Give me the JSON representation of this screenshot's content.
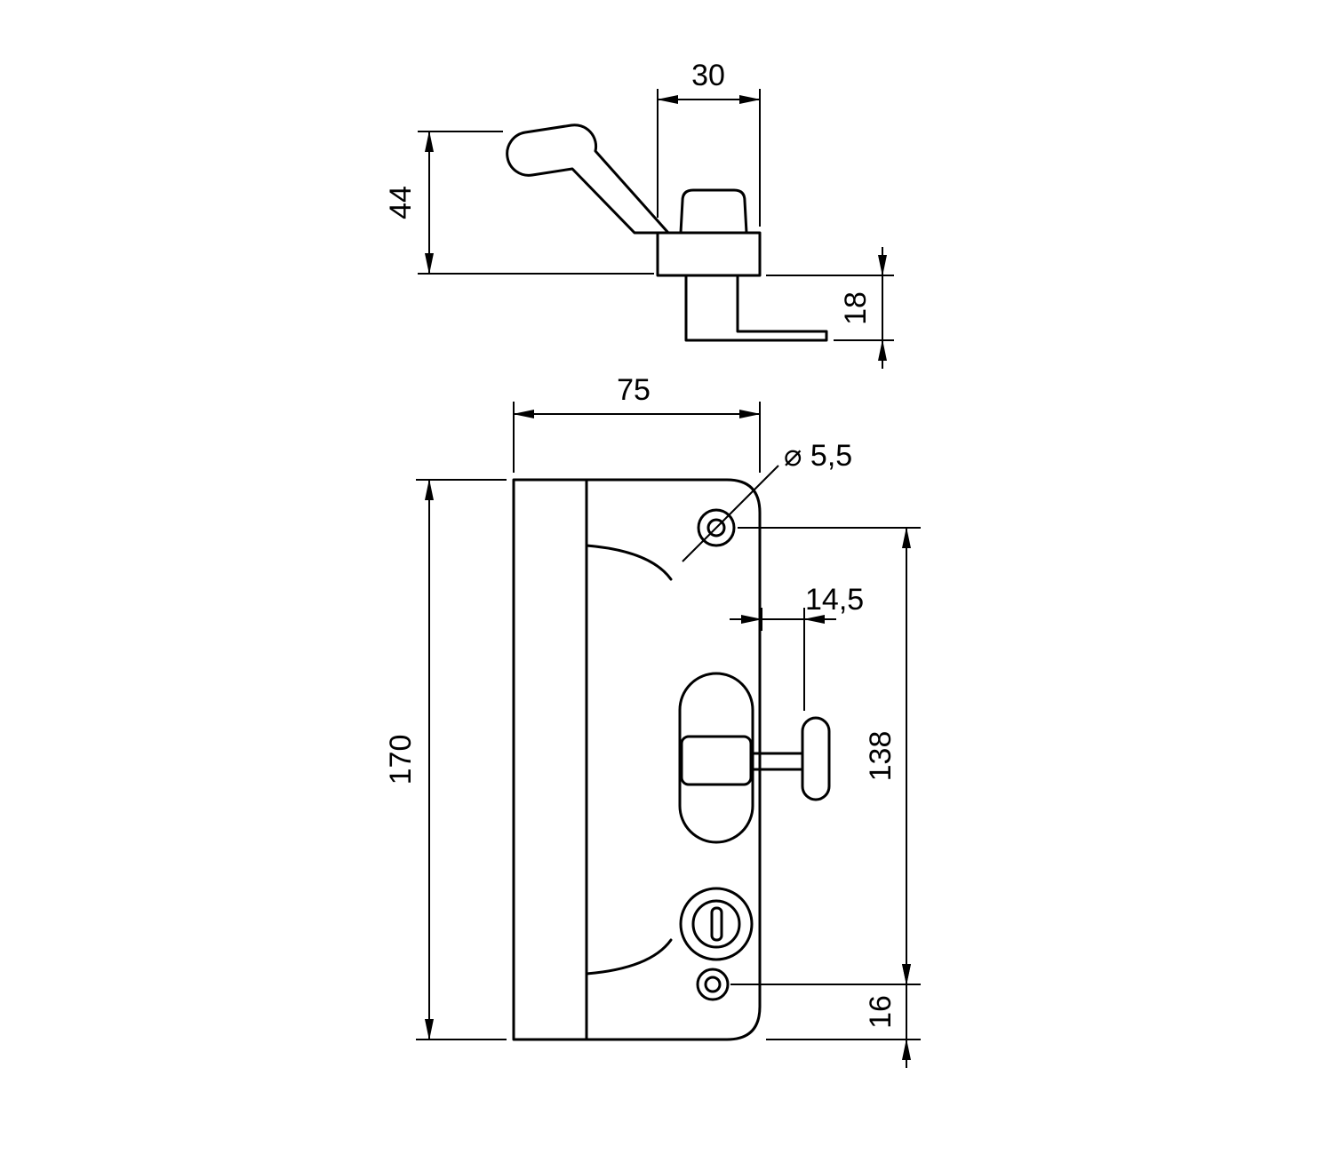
{
  "colors": {
    "background": "#ffffff",
    "line": "#000000",
    "text": "#000000"
  },
  "side_view": {
    "dim_knob_width": "30",
    "dim_height": "44",
    "dim_foot": "18"
  },
  "front_view": {
    "dim_width": "75",
    "dim_hole_diameter": "⌀ 5,5",
    "dim_handle_offset": "14,5",
    "dim_hole_spacing": "138",
    "dim_height": "170",
    "dim_bottom_offset": "16"
  }
}
